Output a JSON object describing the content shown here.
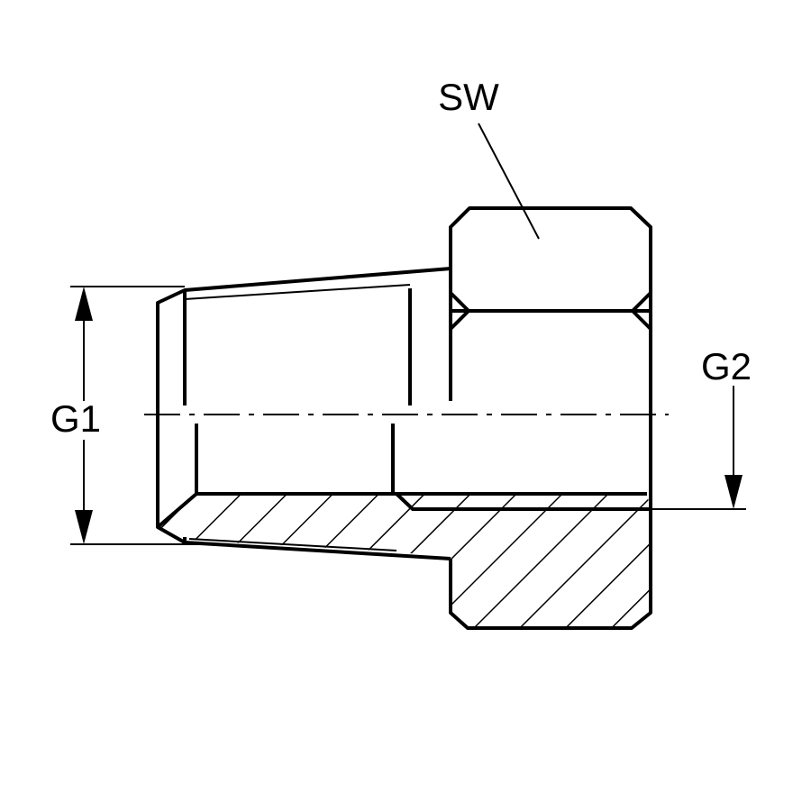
{
  "labels": {
    "sw": "SW",
    "g1": "G1",
    "g2": "G2"
  },
  "colors": {
    "stroke": "#000000",
    "background": "#ffffff"
  }
}
